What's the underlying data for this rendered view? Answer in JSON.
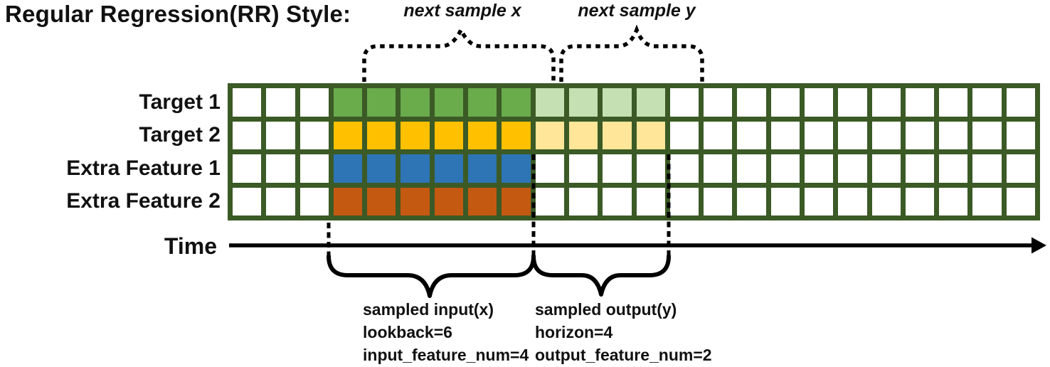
{
  "title": "Regular Regression(RR) Style:",
  "labels": {
    "next_sample_x": "next sample x",
    "next_sample_y": "next sample y",
    "time": "Time"
  },
  "grid": {
    "total_columns": 24,
    "pre_input_columns": 3,
    "lookback": 6,
    "horizon": 4,
    "border_color": "#3B5A26",
    "empty_cell_color": "#FFFFFF",
    "rows": [
      {
        "label": "Target 1",
        "type": "target",
        "input_color": "#6AAB4C",
        "output_color": "#C5E0B3"
      },
      {
        "label": "Target 2",
        "type": "target",
        "input_color": "#FFC000",
        "output_color": "#FFE699"
      },
      {
        "label": "Extra Feature 1",
        "type": "extra_feature",
        "input_color": "#2E75B5",
        "output_color": null
      },
      {
        "label": "Extra Feature 2",
        "type": "extra_feature",
        "input_color": "#C45911",
        "output_color": null
      }
    ]
  },
  "captions": {
    "input": [
      "sampled input(x)",
      "lookback=6",
      "input_feature_num=4"
    ],
    "output": [
      "sampled output(y)",
      "horizon=4",
      "output_feature_num=2"
    ]
  }
}
